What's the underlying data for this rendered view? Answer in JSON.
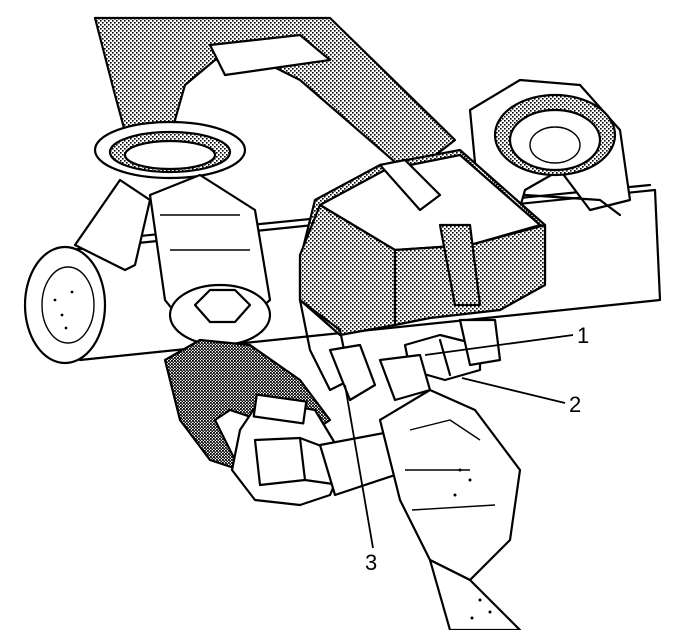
{
  "callouts": {
    "c1": "1",
    "c2": "2",
    "c3": "3"
  },
  "colors": {
    "ink": "#000000",
    "paper": "#ffffff",
    "shade": "#8a8a8a"
  }
}
